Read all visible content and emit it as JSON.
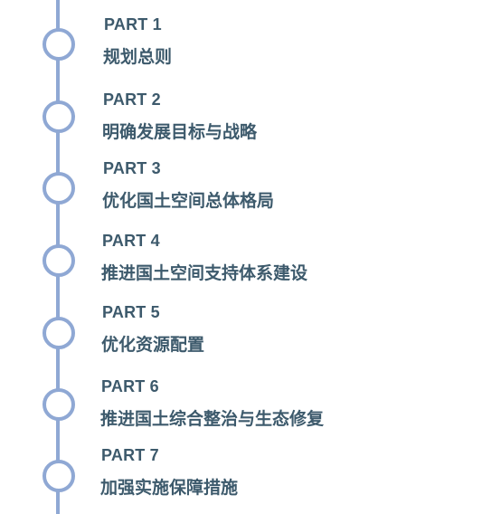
{
  "colors": {
    "timeline": "#8fa8d4",
    "text": "#3d5a6c",
    "background": "#ffffff"
  },
  "parts": [
    {
      "label": "PART 1",
      "title": "规划总则"
    },
    {
      "label": "PART 2",
      "title": "明确发展目标与战略"
    },
    {
      "label": "PART 3",
      "title": "优化国土空间总体格局"
    },
    {
      "label": "PART 4",
      "title": "推进国土空间支持体系建设"
    },
    {
      "label": "PART 5",
      "title": "优化资源配置"
    },
    {
      "label": "PART 6",
      "title": "推进国土综合整治与生态修复"
    },
    {
      "label": "PART 7",
      "title": "加强实施保障措施"
    }
  ]
}
